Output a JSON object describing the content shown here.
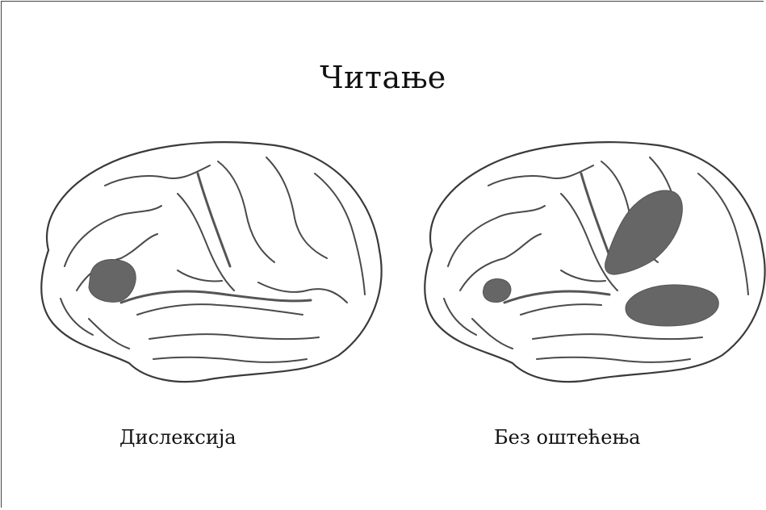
{
  "title": "Читање",
  "panels": [
    {
      "caption": "Дислексија"
    },
    {
      "caption": "Без оштећења"
    }
  ],
  "colors": {
    "highlight": "#666666",
    "outline": "#3a3a3a",
    "background": "#ffffff"
  }
}
